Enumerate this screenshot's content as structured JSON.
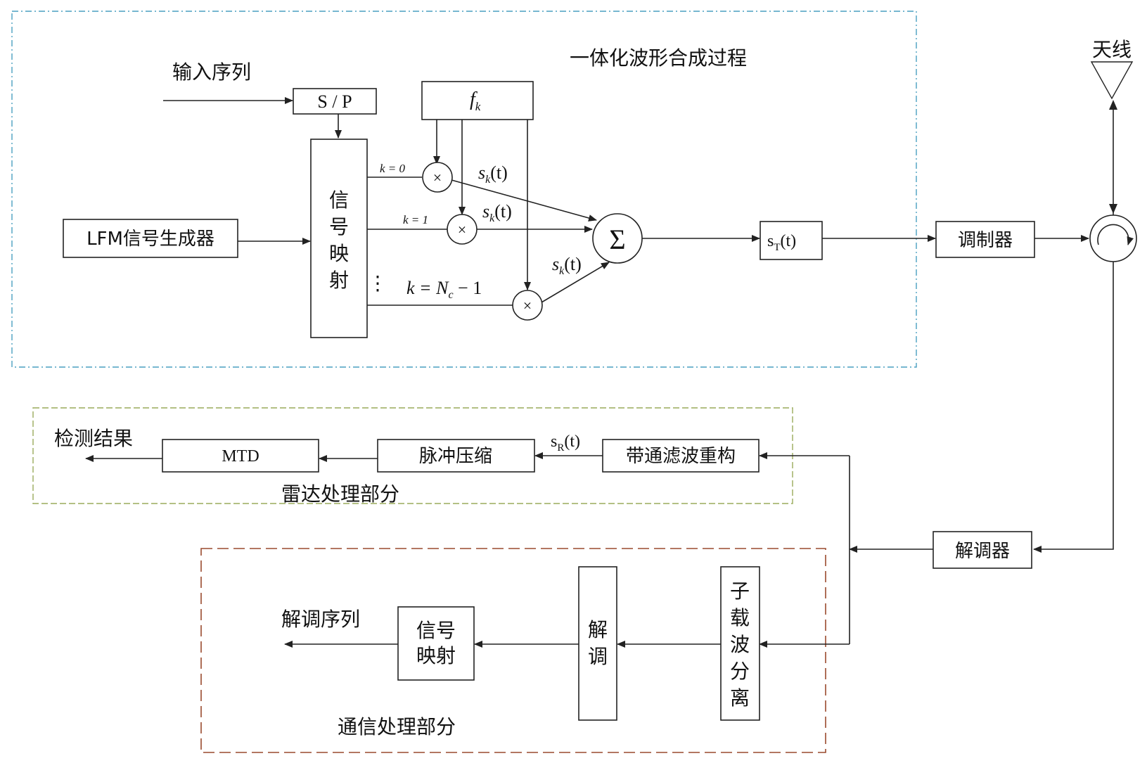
{
  "regions": {
    "synthesis_title": "一体化波形合成过程",
    "radar_title": "雷达处理部分",
    "comm_title": "通信处理部分"
  },
  "io": {
    "input_sequence": "输入序列",
    "antenna": "天线",
    "detection_result": "检测结果",
    "demod_sequence": "解调序列"
  },
  "blocks": {
    "sp": "S / P",
    "fk_main": "f",
    "fk_sub": "k",
    "lfm": "LFM信号生成器",
    "signal_mapping_tx": [
      "信",
      "号",
      "映",
      "射"
    ],
    "sum_symbol": "Σ",
    "st_main": "s",
    "st_sub": "T",
    "st_tail": "(t)",
    "modulator": "调制器",
    "demodulator": "解调器",
    "bandpass": "带通滤波重构",
    "pulse_compression": "脉冲压缩",
    "mtd": "MTD",
    "subcarrier_sep": [
      "子",
      "载",
      "波",
      "分",
      "离"
    ],
    "demod_block": [
      "解",
      "调"
    ],
    "signal_mapping_rx": [
      "信号",
      "映射"
    ]
  },
  "labels": {
    "k0": "k  =  0",
    "k1": "k  =  1",
    "kn_prefix": "k = N",
    "kn_sub": "c",
    "kn_suffix": " − 1",
    "vdots": "⋮",
    "sk_main": "s",
    "sk_sub": "k",
    "sk_tail": "(t)",
    "mult": "×",
    "sr_main": "s",
    "sr_sub": "R",
    "sr_tail": "(t)"
  }
}
